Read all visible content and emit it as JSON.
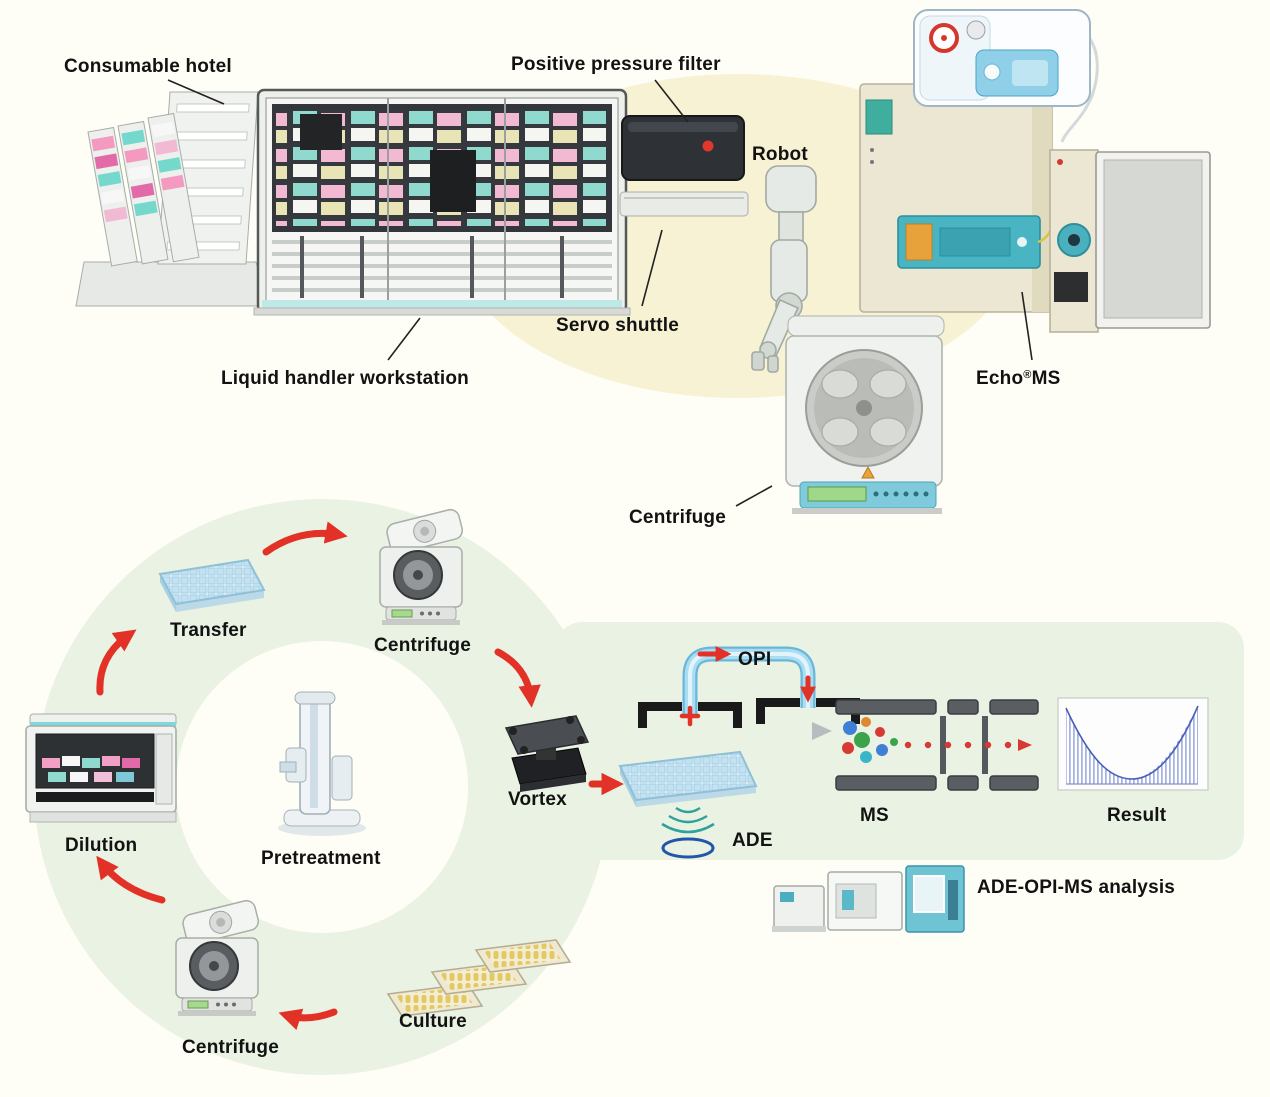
{
  "figure": {
    "top": {
      "consumable_hotel": "Consumable hotel",
      "positive_pressure_filter": "Positive pressure filter",
      "robot": "Robot",
      "servo_shuttle": "Servo shuttle",
      "liquid_handler_workstation": "Liquid handler workstation",
      "echo_ms": {
        "prefix": "Echo",
        "registered": "®",
        "suffix": "MS"
      },
      "centrifuge": "Centrifuge"
    },
    "cycle": {
      "transfer": "Transfer",
      "centrifuge_top": "Centrifuge",
      "vortex": "Vortex",
      "dilution": "Dilution",
      "pretreatment": "Pretreatment",
      "centrifuge_bottom": "Centrifuge",
      "culture": "Culture"
    },
    "analysis": {
      "opi": "OPI",
      "ade": "ADE",
      "ms": "MS",
      "result": "Result",
      "caption": "ADE-OPI-MS analysis"
    },
    "colors": {
      "highlight_yellow": "#f7f2d4",
      "highlight_green": "#e9f2e3",
      "arrow_red": "#e23126",
      "teal": "#49b4c2",
      "plate_blue": "#c2e2f2"
    }
  }
}
